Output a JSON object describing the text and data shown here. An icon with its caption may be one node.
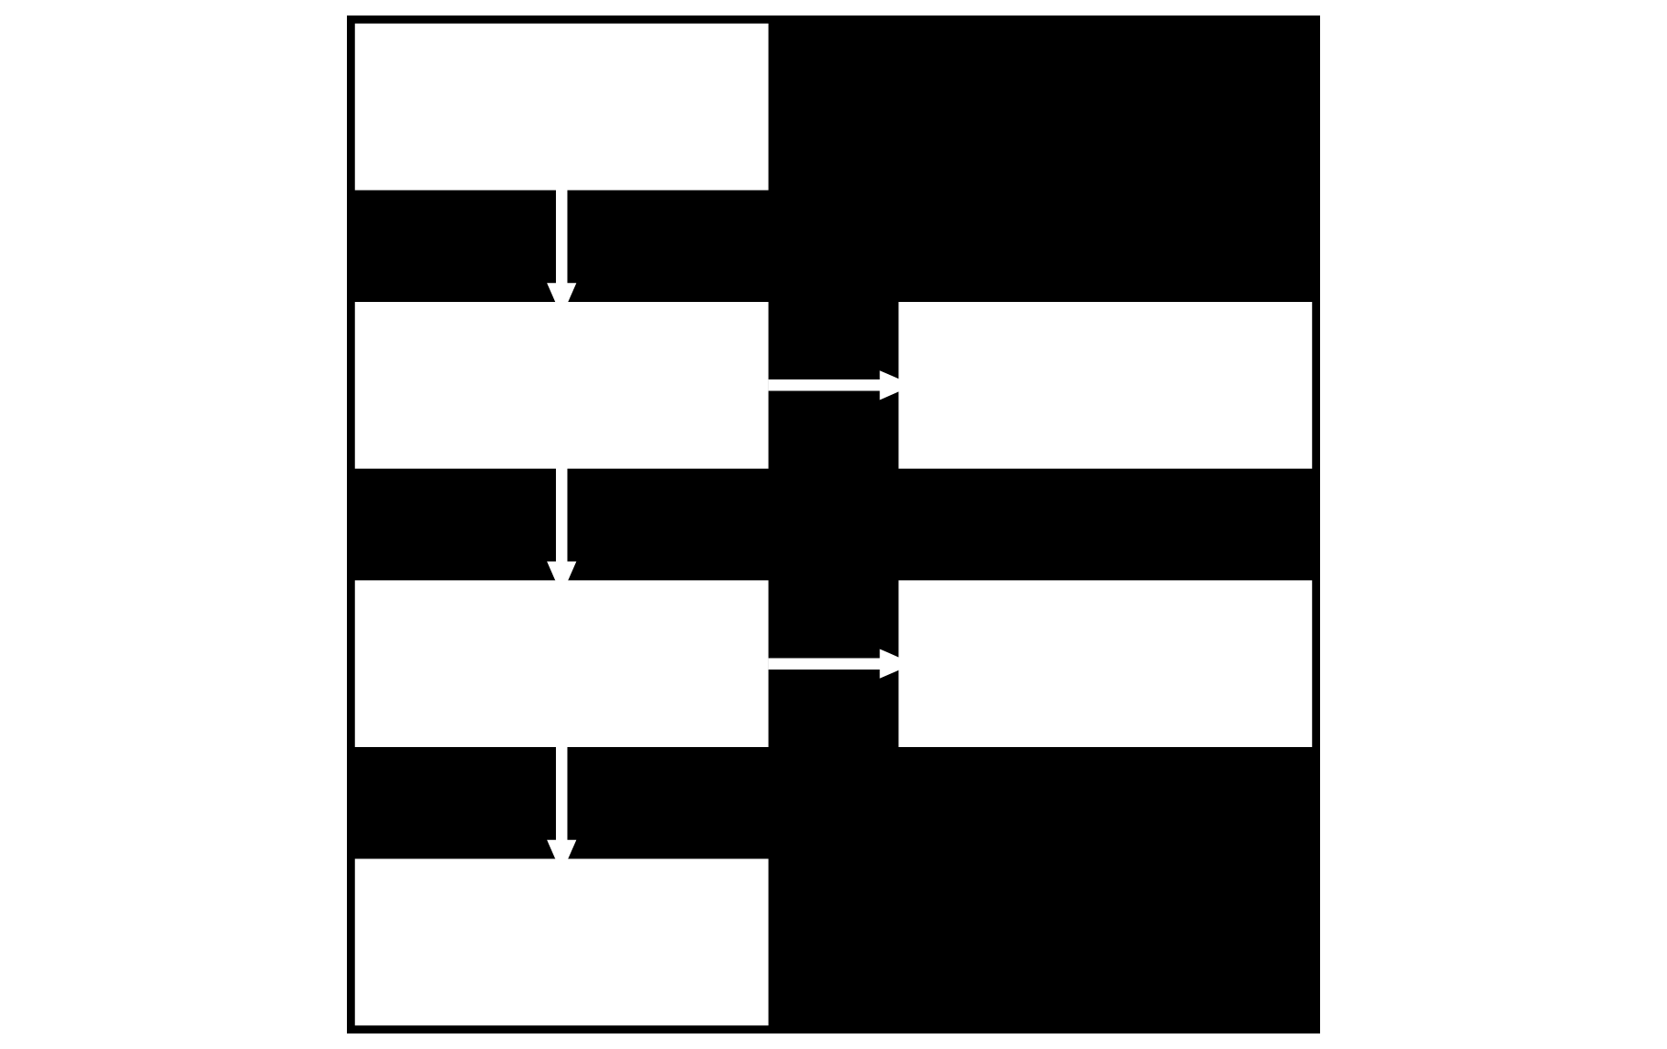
{
  "diagram": {
    "nodes": [
      {
        "text": [],
        "shape": "box"
      },
      {
        "text": [],
        "shape": "box"
      },
      {
        "text": [],
        "shape": "box"
      },
      {
        "text": [],
        "shape": "box"
      },
      {
        "text": [],
        "shape": "box"
      },
      {
        "text": [],
        "shape": "box"
      }
    ],
    "edges": [
      {
        "from": 0,
        "to": 1,
        "arrow": "to"
      },
      {
        "from": 1,
        "to": 2,
        "arrow": "to"
      },
      {
        "from": 1,
        "to": 3,
        "arrow": "to"
      },
      {
        "from": 3,
        "to": 4,
        "arrow": "to"
      },
      {
        "from": 3,
        "to": 5,
        "arrow": "to"
      }
    ]
  }
}
